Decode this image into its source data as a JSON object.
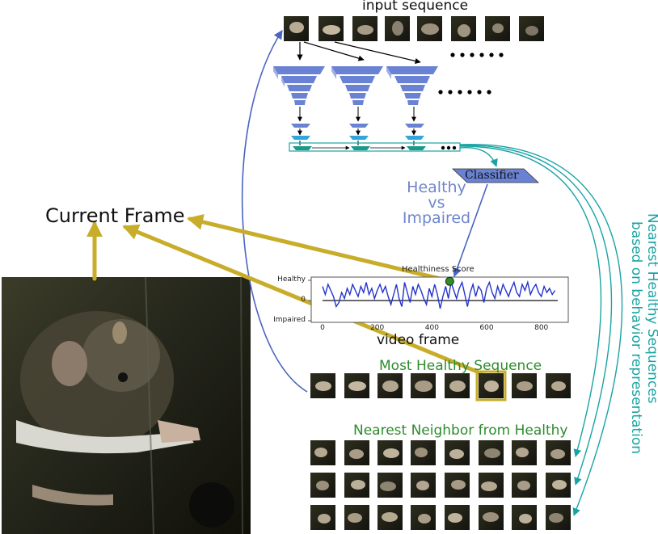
{
  "labels": {
    "input_sequence": "input sequence",
    "current_frame": "Current Frame",
    "healthy": "Healthy",
    "vs": "vs",
    "impaired": "Impaired",
    "classifier": "Classifier",
    "most_healthy_sequence": "Most Healthy Sequence",
    "nearest_neighbor_title": "Nearest Neighbor from Healthy",
    "side_caption_line1": "Nearest Healthy Sequences",
    "side_caption_line2": "based on behavior representation"
  },
  "colors": {
    "blue_arrow": "#4a64c0",
    "teal_arrow": "#1aa3a3",
    "gold_arrow": "#c8ad2a",
    "network_blue": "#6a82d4",
    "green_text": "#2e8b2e"
  },
  "chart_data": {
    "type": "line",
    "title": "Healthiness Score",
    "xlabel": "video frame",
    "ylabel": "",
    "xlim": [
      0,
      860
    ],
    "ylim": [
      -1,
      1
    ],
    "x_ticks": [
      "0",
      "200",
      "400",
      "600",
      "800"
    ],
    "y_ticks": [
      "Healthy",
      "0",
      "Impaired"
    ],
    "highlight_point": {
      "x": 465,
      "y": 0.95
    },
    "series": [
      {
        "color": "#2233cc",
        "x": [
          0,
          10,
          20,
          30,
          40,
          50,
          60,
          70,
          80,
          90,
          100,
          110,
          120,
          130,
          140,
          150,
          160,
          170,
          180,
          190,
          200,
          210,
          220,
          230,
          240,
          250,
          260,
          270,
          280,
          290,
          300,
          310,
          320,
          330,
          340,
          350,
          360,
          370,
          380,
          390,
          400,
          410,
          420,
          430,
          440,
          450,
          460,
          470,
          480,
          490,
          500,
          510,
          520,
          530,
          540,
          550,
          560,
          570,
          580,
          590,
          600,
          610,
          620,
          630,
          640,
          650,
          660,
          670,
          680,
          690,
          700,
          710,
          720,
          730,
          740,
          750,
          760,
          770,
          780,
          790,
          800,
          810,
          820,
          830,
          840,
          850
        ],
        "y": [
          0.7,
          0.3,
          0.8,
          0.5,
          0.2,
          -0.3,
          -0.1,
          0.4,
          0.1,
          0.6,
          0.3,
          0.8,
          0.5,
          0.2,
          0.7,
          0.4,
          0.9,
          0.3,
          0.6,
          0.1,
          0.5,
          0.8,
          0.4,
          0.7,
          0.2,
          -0.2,
          0.3,
          0.8,
          0.1,
          -0.3,
          0.9,
          0.4,
          -0.1,
          0.7,
          0.3,
          0.8,
          0.5,
          0.1,
          -0.2,
          0.6,
          0.2,
          0.8,
          0.3,
          -0.4,
          0.2,
          0.7,
          0.1,
          0.9,
          0.5,
          0.1,
          0.6,
          0.9,
          0.3,
          -0.3,
          0.4,
          0.8,
          0.2,
          0.7,
          0.5,
          -0.1,
          0.6,
          0.9,
          0.4,
          0.1,
          0.7,
          0.3,
          0.8,
          0.5,
          0.2,
          0.6,
          0.9,
          0.4,
          0.2,
          0.8,
          0.5,
          0.9,
          0.3,
          0.6,
          0.8,
          0.4,
          0.2,
          0.7,
          0.4,
          0.6,
          0.3,
          0.5
        ]
      }
    ]
  }
}
